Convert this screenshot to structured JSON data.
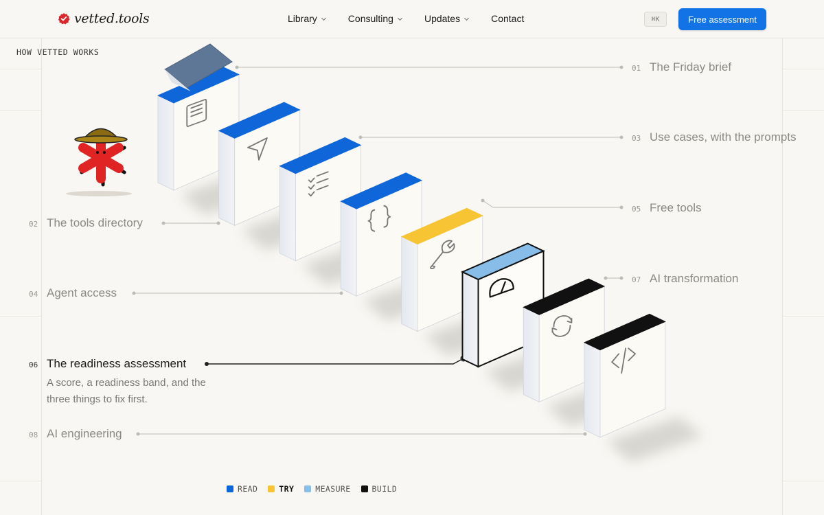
{
  "header": {
    "logo_text": "vetted.tools",
    "nav": [
      {
        "label": "Library",
        "has_dropdown": true
      },
      {
        "label": "Consulting",
        "has_dropdown": true
      },
      {
        "label": "Updates",
        "has_dropdown": true
      },
      {
        "label": "Contact",
        "has_dropdown": false
      }
    ],
    "shortcut": "⌘K",
    "cta_label": "Free assessment"
  },
  "section": {
    "eyebrow": "HOW VETTED WORKS",
    "steps": [
      {
        "num": "01",
        "title": "The Friday brief",
        "category": "read",
        "icon": "document-lines-icon"
      },
      {
        "num": "02",
        "title": "The tools directory",
        "category": "read",
        "icon": "navigation-arrow-icon"
      },
      {
        "num": "03",
        "title": "Use cases, with the prompts",
        "category": "read",
        "icon": "checklist-icon"
      },
      {
        "num": "04",
        "title": "Agent access",
        "category": "read",
        "icon": "curly-braces-icon"
      },
      {
        "num": "05",
        "title": "Free tools",
        "category": "try",
        "icon": "wrench-icon"
      },
      {
        "num": "06",
        "title": "The readiness assessment",
        "category": "measure",
        "icon": "gauge-icon",
        "active": true
      },
      {
        "num": "07",
        "title": "AI transformation",
        "category": "build",
        "icon": "refresh-icon"
      },
      {
        "num": "08",
        "title": "AI engineering",
        "category": "build",
        "icon": "code-tag-icon"
      }
    ],
    "active_description": "A score, a readiness band, and the three things to fix first.",
    "legend": [
      {
        "label": "READ",
        "color": "#0f66d8"
      },
      {
        "label": "TRY",
        "color": "#f7c534",
        "active": true
      },
      {
        "label": "MEASURE",
        "color": "#89bde9"
      },
      {
        "label": "BUILD",
        "color": "#111111"
      }
    ]
  },
  "colors": {
    "read": "#0f66d8",
    "try": "#f7c534",
    "measure": "#89bde9",
    "build": "#111111",
    "accent": "#1273e6"
  }
}
